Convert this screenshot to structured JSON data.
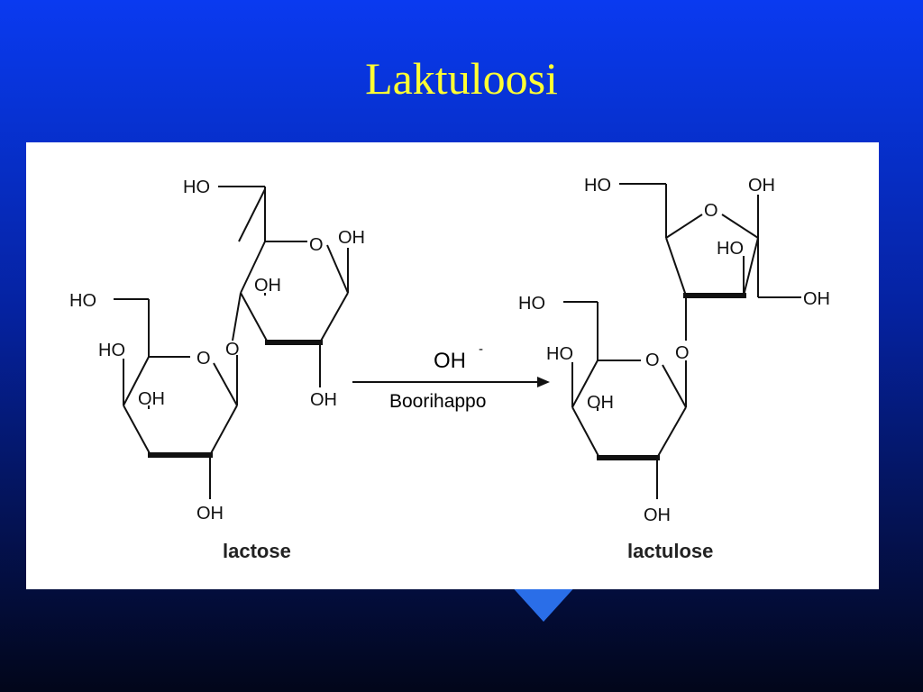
{
  "slide": {
    "title": "Laktuloosi"
  },
  "reaction": {
    "reagent_main": "OH",
    "reagent_superscript": "-",
    "reagent_secondary": "Boorihappo"
  },
  "lactose": {
    "name": "lactose",
    "labels": {
      "ho_top": "HO",
      "ring_o_upper": "O",
      "oh_right": "OH",
      "oh_mid": "OH",
      "ho_left": "HO",
      "ho_lower": "HO",
      "oh_inner": "OH",
      "ring_o_lower": "O",
      "link_o": "O",
      "oh_bottom_right": "OH",
      "oh_bottom": "OH"
    }
  },
  "lactulose": {
    "name": "lactulose",
    "labels": {
      "ho_top": "HO",
      "ring_o_furanose": "O",
      "oh_top_right": "OH",
      "ho_inner": "HO",
      "oh_right": "OH",
      "ho_left": "HO",
      "ho_lower": "HO",
      "oh_inner": "OH",
      "ring_o_lower": "O",
      "link_o": "O",
      "oh_bottom": "OH"
    }
  }
}
